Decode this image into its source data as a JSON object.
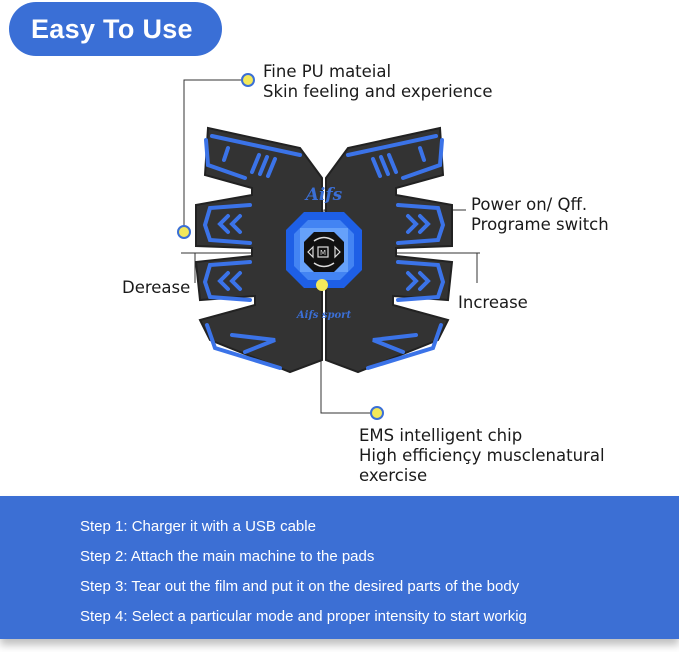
{
  "header": {
    "title": "Easy To Use"
  },
  "product": {
    "brand_top": "Aifs",
    "brand_bottom": "Aifs sport",
    "button_center": "M"
  },
  "callouts": {
    "material": {
      "line1": "Fine PU mateial",
      "line2": "Skin feeling and experience"
    },
    "power": {
      "line1": "Power on/ Qff.",
      "line2": "Programe switch"
    },
    "decrease": {
      "line1": "Derease"
    },
    "increase": {
      "line1": "Increase"
    },
    "chip": {
      "line1": "EMS intelligent chip",
      "line2": "High efficiençy musclenatural",
      "line3": "exercise"
    }
  },
  "steps": [
    {
      "text": "Step 1: Charger it with a USB cable"
    },
    {
      "text": "Step 2: Attach the main machine to the pads"
    },
    {
      "text": "Step 3: Tear out the film and put it on  the desired parts of the body"
    },
    {
      "text": "Step 4: Select a particular mode and proper intensity to start workig"
    }
  ],
  "colors": {
    "accent": "#3a6fd6",
    "pad": "#333333",
    "stripe": "#3b73e8",
    "dot": "#f3e85a"
  }
}
